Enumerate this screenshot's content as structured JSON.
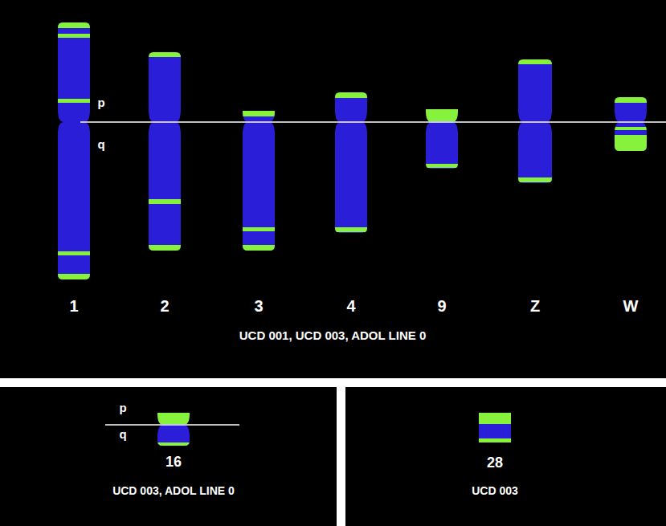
{
  "diagram": {
    "labels": [
      "p",
      "q",
      "1",
      "2",
      "3",
      "4",
      "9",
      "Z",
      "W",
      "UCD 001, UCD 003, ADOL LINE 0",
      "p",
      "q",
      "16",
      "UCD 003, ADOL LINE 0",
      "28",
      "UCD 003"
    ]
  }
}
